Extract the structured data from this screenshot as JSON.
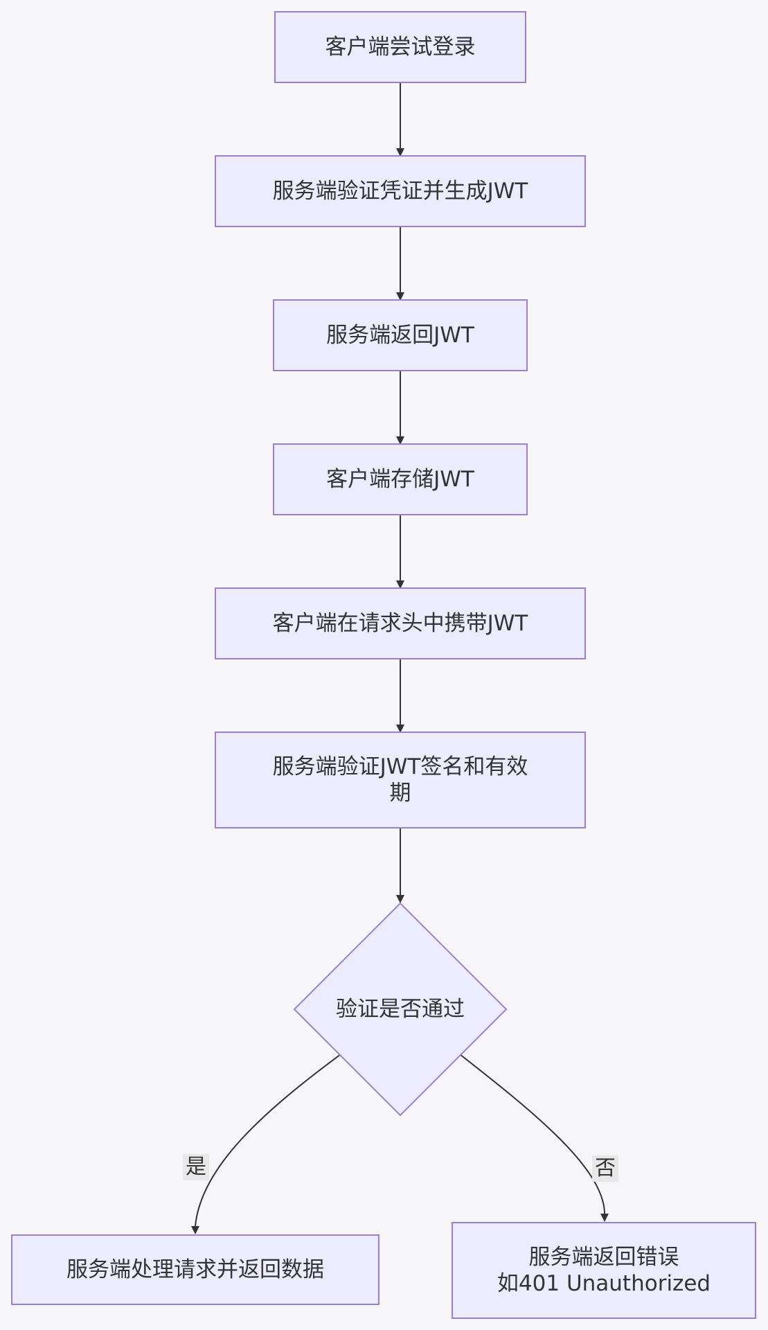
{
  "colors": {
    "background": "#f6f6f8",
    "node_fill": "#ececfe",
    "node_border": "#9a80d4",
    "edge": "#333333",
    "edge_label_bg": "#e8e8e8",
    "text": "#333333"
  },
  "nodes": {
    "login": "客户端尝试登录",
    "verify_credentials": "服务端验证凭证并生成JWT",
    "return_jwt": "服务端返回JWT",
    "store_jwt": "客户端存储JWT",
    "carry_jwt": "客户端在请求头中携带JWT",
    "verify_jwt_line1": "服务端验证JWT签名和有效",
    "verify_jwt_line2": "期",
    "decision": "验证是否通过",
    "success": "服务端处理请求并返回数据",
    "error_line1": "服务端返回错误",
    "error_line2": "如401 Unauthorized"
  },
  "edge_labels": {
    "yes": "是",
    "no": "否"
  }
}
